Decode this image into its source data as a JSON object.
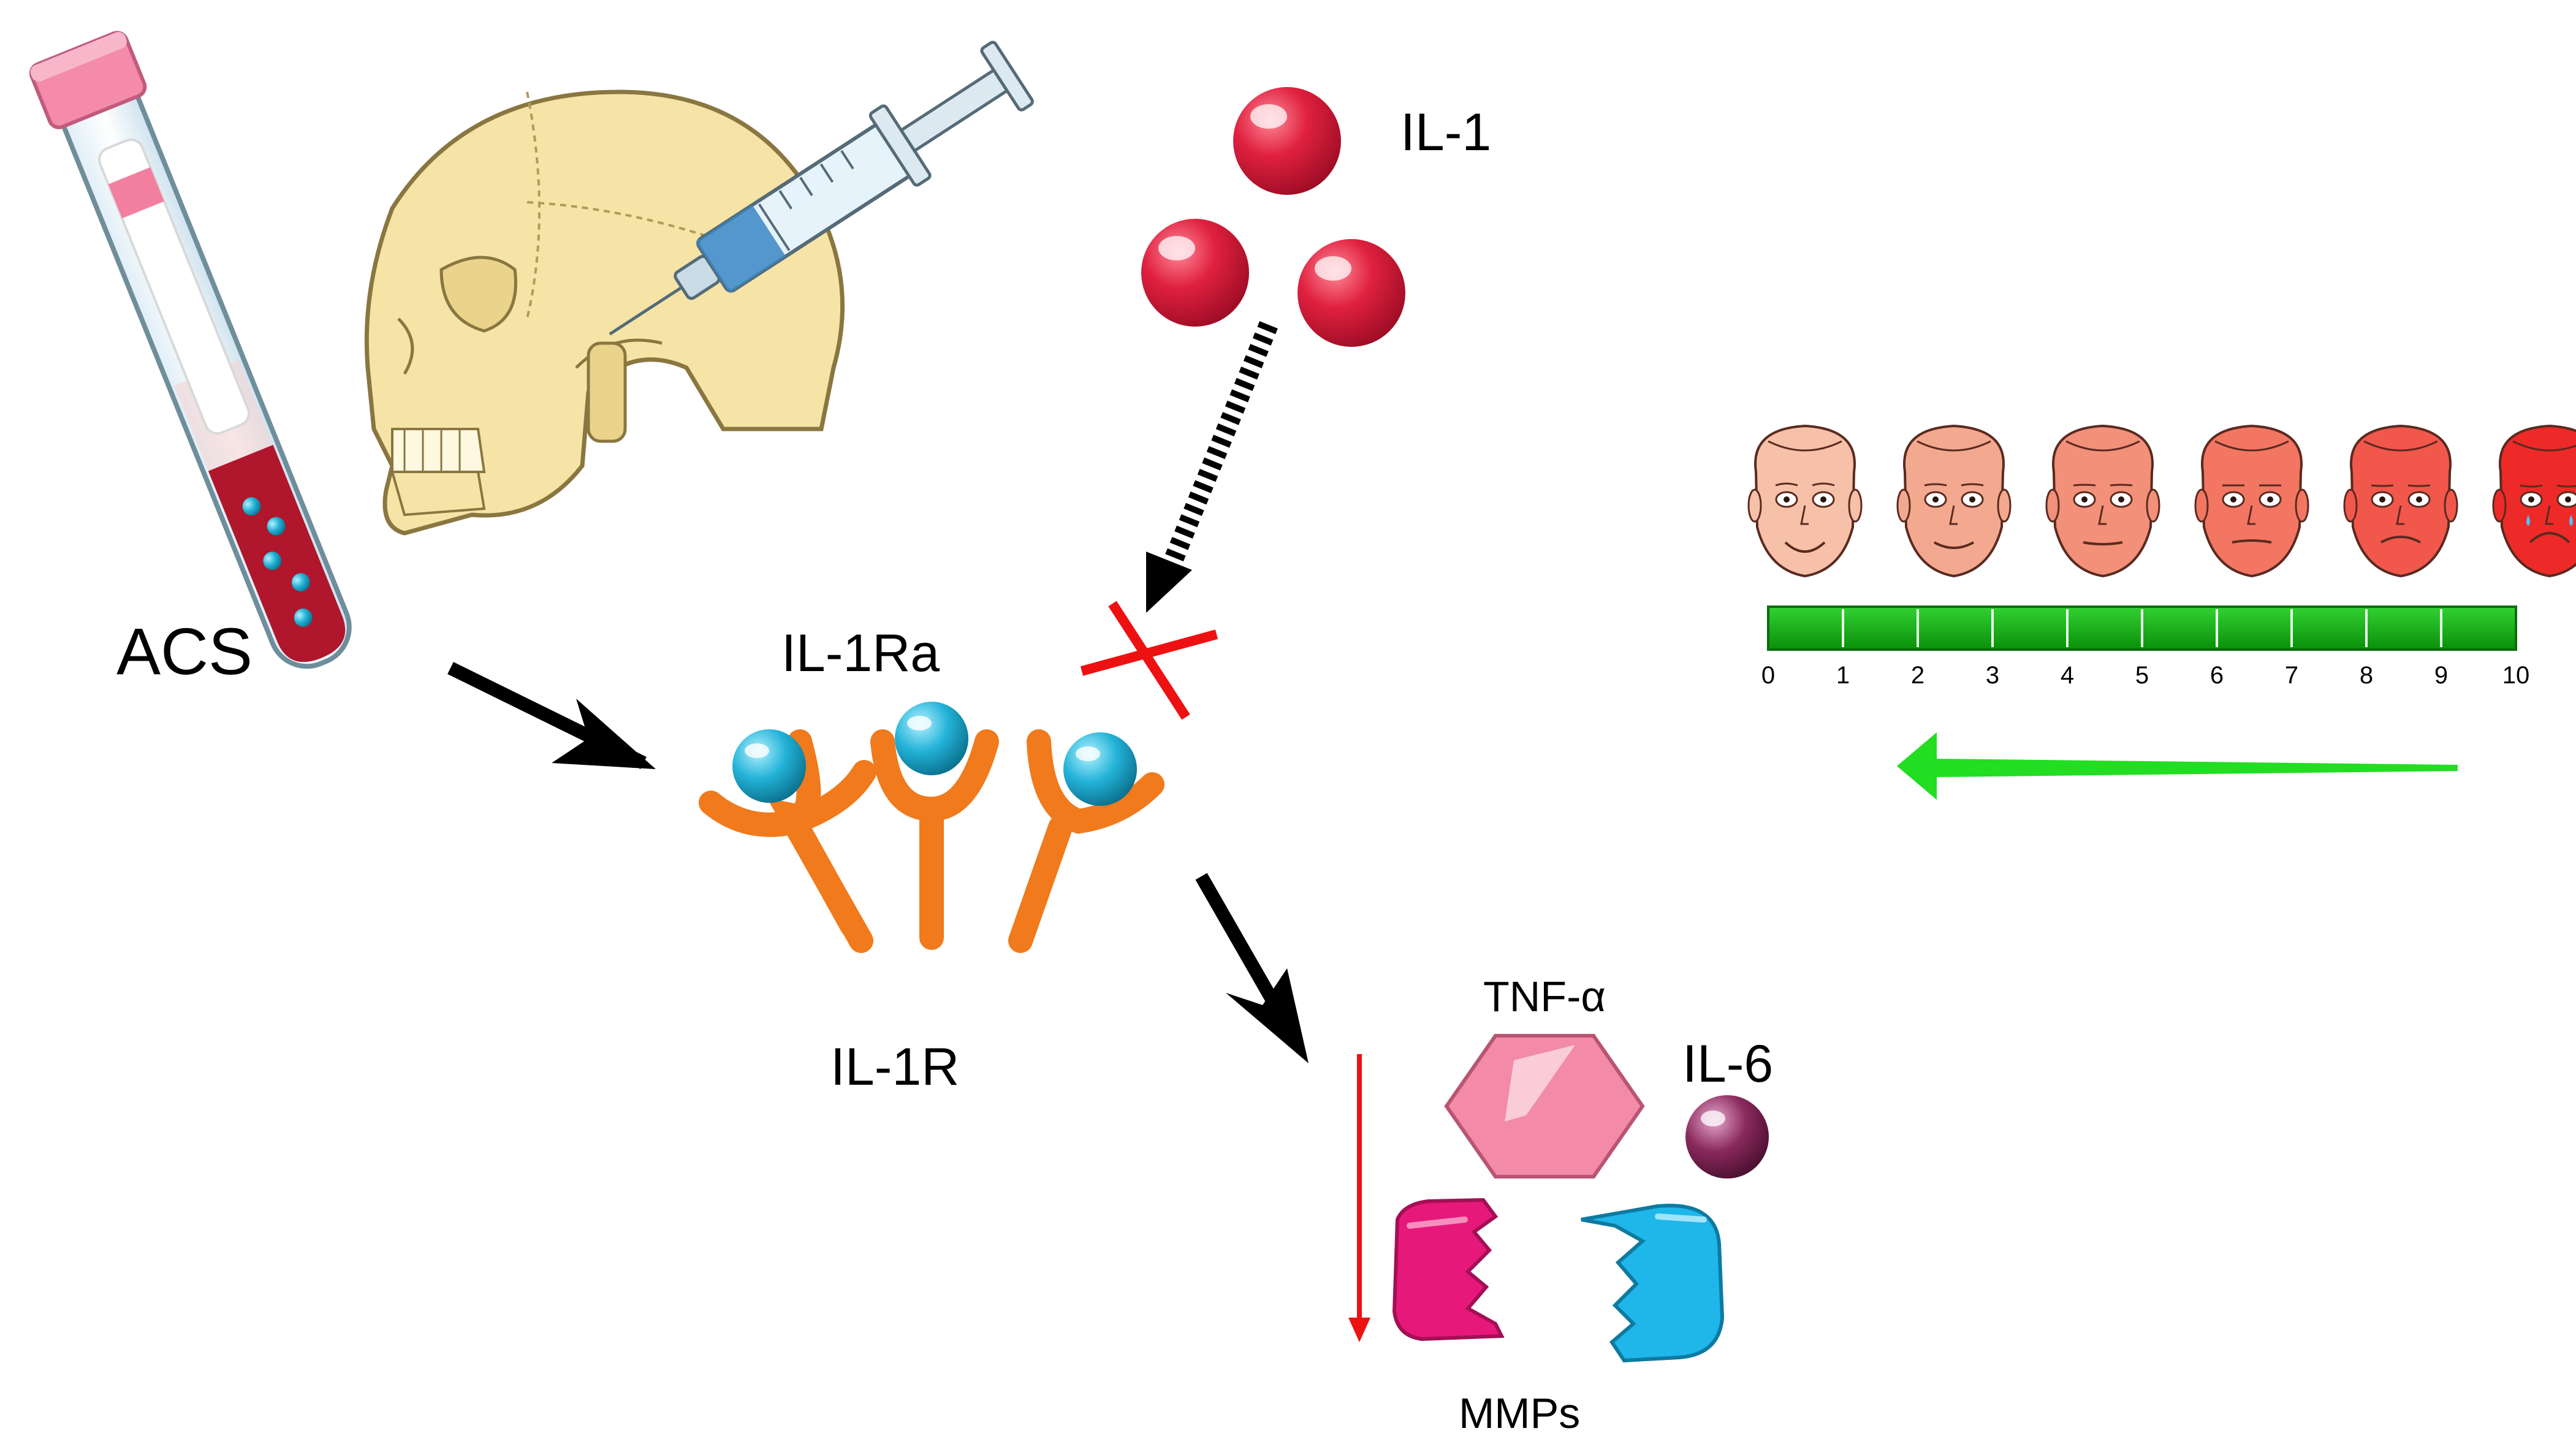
{
  "labels": {
    "acs": "ACS",
    "il1": "IL-1",
    "il1ra": "IL-1Ra",
    "il1r": "IL-1R",
    "tnf": "TNF-α",
    "il6": "IL-6",
    "mmps": "MMPs"
  },
  "pain_scale": {
    "min": 0,
    "max": 10,
    "ticks": [
      "0",
      "1",
      "2",
      "3",
      "4",
      "5",
      "6",
      "7",
      "8",
      "9",
      "10"
    ],
    "faces": 6
  },
  "colors": {
    "receptor": "#f07a1c",
    "antagonist": "#23b3d8",
    "il1": "#e0213f",
    "tnf": "#f28aa8",
    "il6": "#8a2a5c",
    "mmp_left": "#e6197a",
    "mmp_right": "#1fb6ea",
    "scale_bar": "#11a611",
    "green_arrow": "#22dd22",
    "block_x": "#ee1111",
    "decrease_arrow": "#ee1111",
    "faces": [
      "#f6c1a8",
      "#f3a98f",
      "#f29079",
      "#f27662",
      "#f2574c",
      "#ee2a28"
    ]
  }
}
